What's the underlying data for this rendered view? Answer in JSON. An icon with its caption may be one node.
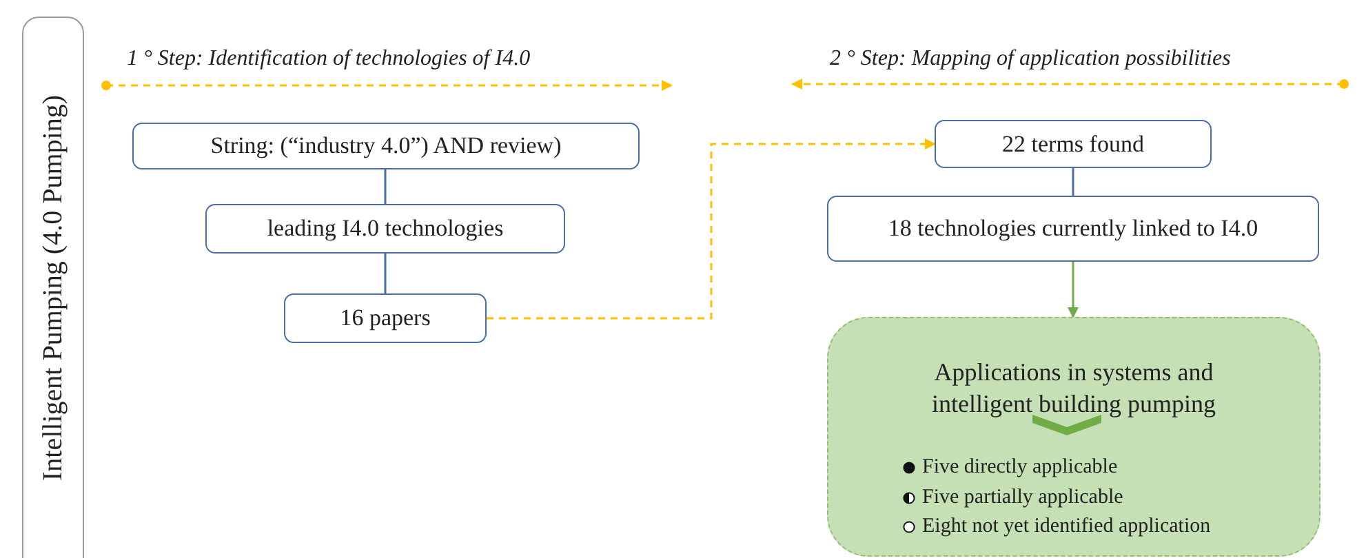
{
  "diagram": {
    "nodes": [
      {
        "text": [
          "Intelligent Pumping (4.0 Pumping)"
        ]
      },
      {
        "text": [
          "String: (“industry 4.0”) AND review)"
        ]
      },
      {
        "text": [
          "leading I4.0 technologies"
        ]
      },
      {
        "text": [
          "16 papers"
        ]
      },
      {
        "text": [
          "22 terms found"
        ]
      },
      {
        "text": [
          "18 technologies currently linked to I4.0"
        ]
      },
      {
        "text": [
          "Applications in systems and intelligent building pumping",
          "Five directly applicable",
          "Five partially applicable",
          "Eight not yet identified application"
        ]
      }
    ],
    "edges": [
      {
        "from": 1,
        "to": 2,
        "arrow": "none"
      },
      {
        "from": 2,
        "to": 3,
        "arrow": "none"
      },
      {
        "from": 3,
        "to": 4,
        "arrow": "to",
        "style": "dashed",
        "color": "#ffc000"
      },
      {
        "from": 4,
        "to": 5,
        "arrow": "none"
      },
      {
        "from": 5,
        "to": 6,
        "arrow": "to",
        "color": "#70ad47"
      }
    ],
    "labels": [
      "1 °  Step: Identification of technologies of I4.0",
      "2 °  Step: Mapping of application possibilities"
    ]
  }
}
